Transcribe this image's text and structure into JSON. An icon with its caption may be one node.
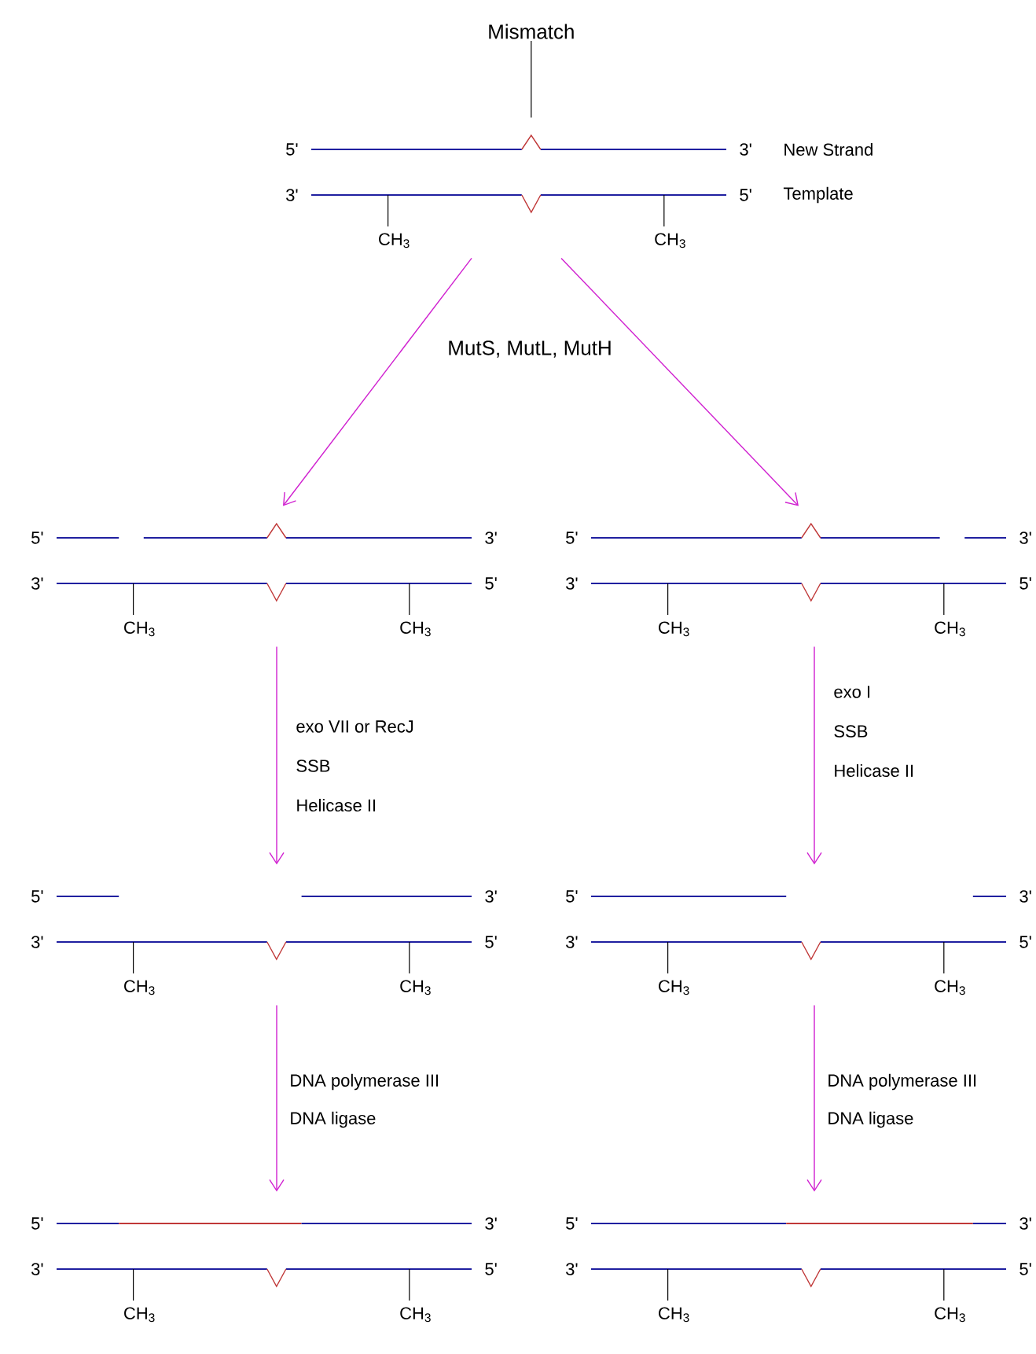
{
  "diagram": {
    "nodes": [
      {
        "text": [
          "Mismatch"
        ]
      },
      {
        "text": [
          "5'",
          "3'",
          "3'",
          "5'",
          "CH$_{3}$",
          "CH$_{3}$"
        ],
        "beside": [
          "New Strand",
          "Template"
        ]
      },
      {
        "text": [
          "5'",
          "3'",
          "3'",
          "5'",
          "CH$_{3}$",
          "CH$_{3}$"
        ]
      },
      {
        "text": [
          "5'",
          "3'",
          "3'",
          "5'",
          "CH$_{3}$",
          "CH$_{3}$"
        ]
      },
      {
        "text": [
          "5'",
          "3'",
          "3'",
          "5'",
          "CH$_{3}$",
          "CH$_{3}$"
        ]
      },
      {
        "text": [
          "5'",
          "3'",
          "3'",
          "5'",
          "CH$_{3}$",
          "CH$_{3}$"
        ]
      },
      {
        "text": [
          "5'",
          "3'",
          "3'",
          "5'",
          "CH$_{3}$",
          "CH$_{3}$"
        ]
      },
      {
        "text": [
          "5'",
          "3'",
          "3'",
          "5'",
          "CH$_{3}$",
          "CH$_{3}$"
        ]
      }
    ],
    "edges": [
      {
        "from": 0,
        "to": 1,
        "arrow": "none",
        "color": "#000000"
      },
      {
        "from": 1,
        "to": 2,
        "arrow": "to",
        "label": "MutS, MutL, MutH"
      },
      {
        "from": 1,
        "to": 3,
        "arrow": "to"
      },
      {
        "from": 2,
        "to": 4,
        "arrow": "to"
      },
      {
        "from": 3,
        "to": 5,
        "arrow": "to"
      },
      {
        "from": 4,
        "to": 6,
        "arrow": "to"
      },
      {
        "from": 5,
        "to": 7,
        "arrow": "to"
      }
    ],
    "labels": [
      "exo VII or RecJ",
      "SSB",
      "Helicase II",
      "exo I",
      "SSB",
      "Helicase II",
      "DNA polymerase III",
      "DNA ligase",
      "DNA polymerase III",
      "DNA ligase"
    ]
  }
}
